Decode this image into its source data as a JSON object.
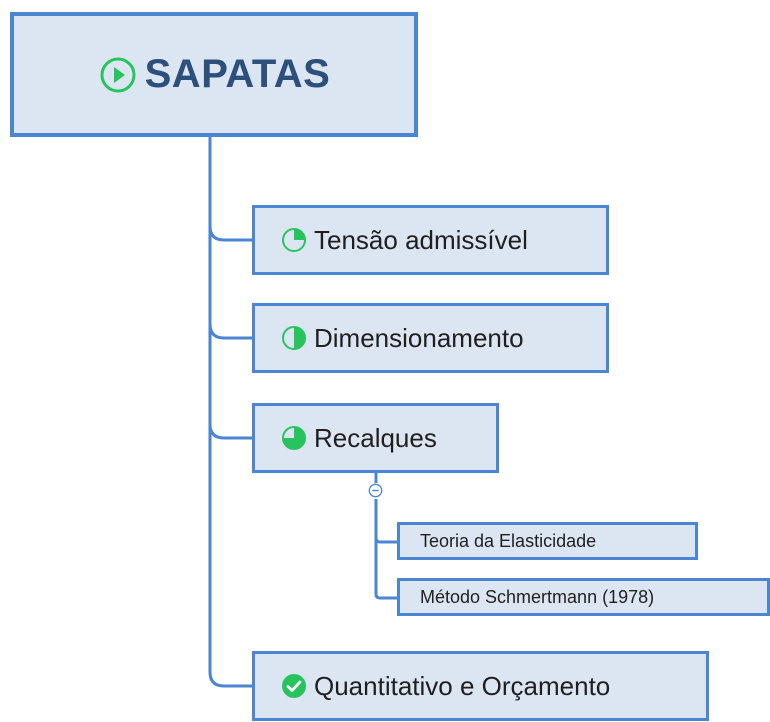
{
  "root": {
    "label": "SAPATAS",
    "icon": "play-circle-icon"
  },
  "topics": [
    {
      "label": "Tensão admissível",
      "icon": "pie-quarter-icon"
    },
    {
      "label": "Dimensionamento",
      "icon": "pie-half-icon"
    },
    {
      "label": "Recalques",
      "icon": "pie-three-quarter-icon"
    },
    {
      "label": "Quantitativo e Orçamento",
      "icon": "check-circle-icon"
    }
  ],
  "subtopics": [
    {
      "label": "Teoria da Elasticidade"
    },
    {
      "label": "Método Schmertmann (1978)"
    }
  ],
  "colors": {
    "node_fill": "#dce6f2",
    "node_border": "#4a86d2",
    "root_text": "#2d4f7c",
    "icon_green": "#27c45e"
  }
}
